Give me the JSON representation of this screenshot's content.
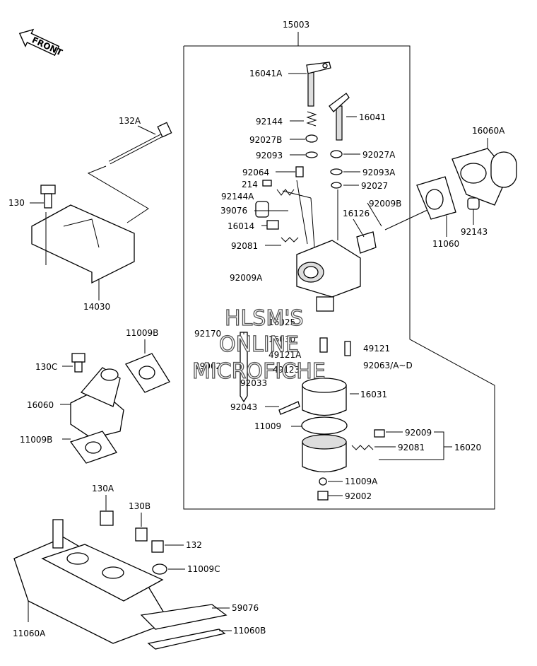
{
  "diagram": {
    "front_label": "FRONT",
    "watermark": [
      "HLSM'S",
      "ONLINE",
      "MICROFICHE"
    ],
    "callouts": {
      "p15003": "15003",
      "p16041A": "16041A",
      "p16041": "16041",
      "p92144": "92144",
      "p92027B": "92027B",
      "p92093": "92093",
      "p92027A": "92027A",
      "p92064": "92064",
      "p92093A": "92093A",
      "p214": "214",
      "p92027": "92027",
      "p92144A": "92144A",
      "p92009B": "92009B",
      "p39076": "39076",
      "p16126": "16126",
      "p16014": "16014",
      "p92081": "92081",
      "p92009A": "92009A",
      "p16025": "16025",
      "p92170": "92170",
      "p16030": "16030",
      "p49121A": "49121A",
      "p49121": "49121",
      "p39062": "39062",
      "p49123": "49123",
      "p92063": "92063/A~D",
      "p92033": "92033",
      "p16031": "16031",
      "p92043": "92043",
      "p11009": "11009",
      "p92009": "92009",
      "p92081b": "92081",
      "p16020": "16020",
      "p11009A": "11009A",
      "p92002": "92002",
      "p16060A": "16060A",
      "p11060": "11060",
      "p92143": "92143",
      "p132A": "132A",
      "p130": "130",
      "p14030": "14030",
      "p11009B_top": "11009B",
      "p130C": "130C",
      "p16060": "16060",
      "p11009B_bot": "11009B",
      "p130A": "130A",
      "p130B": "130B",
      "p132": "132",
      "p11009C": "11009C",
      "p59076": "59076",
      "p11060A": "11060A",
      "p11060B": "11060B"
    }
  }
}
